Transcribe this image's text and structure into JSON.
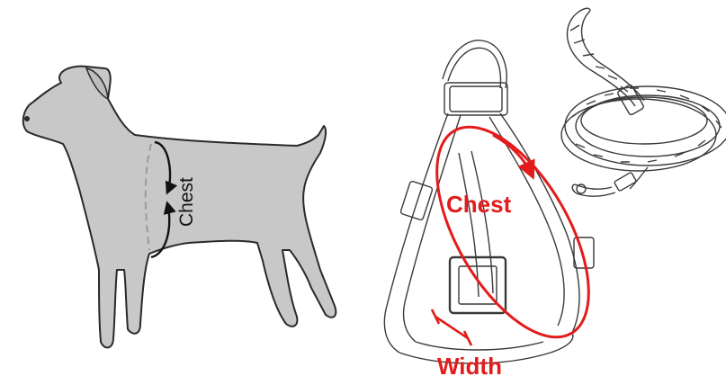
{
  "labels": {
    "dog_chest": "Chest",
    "harness_chest": "Chest",
    "harness_width": "Width"
  },
  "colors": {
    "dog_fill": "#c8c8c8",
    "dog_outline": "#2a2a2a",
    "measure_dark": "#111111",
    "measure_red": "#e31b1b",
    "sketch_line": "#3a3a3a"
  },
  "icons": {
    "dog": "dog-silhouette-icon",
    "harness": "harness-sketch-icon",
    "leash": "leash-sketch-icon"
  }
}
